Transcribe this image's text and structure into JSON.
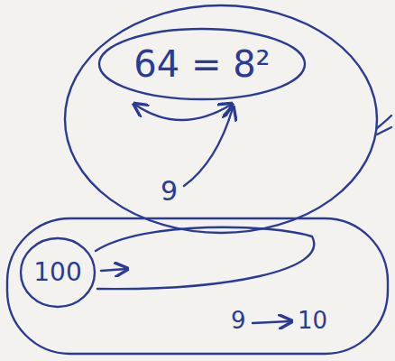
{
  "diagram": {
    "nodes": [
      {
        "text": [
          "9"
        ]
      },
      {
        "text": [
          "64 = 8²"
        ],
        "in": 0
      },
      {
        "text": [
          "9",
          "10"
        ]
      },
      {
        "text": [
          "100"
        ],
        "in": 2
      }
    ]
  }
}
